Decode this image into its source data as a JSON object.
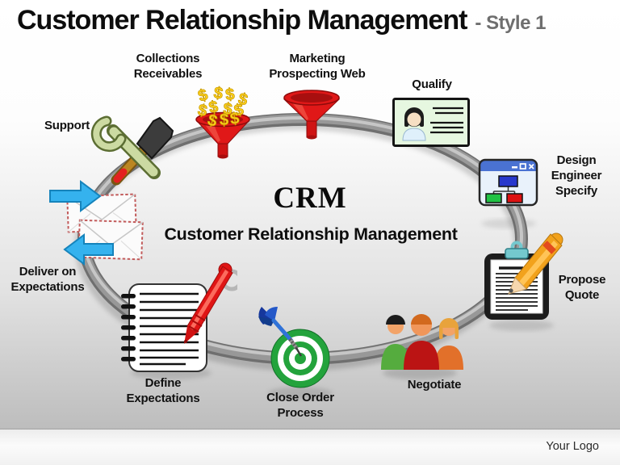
{
  "slide": {
    "title": "Customer Relationship Management",
    "title_suffix": "- Style 1",
    "footer_logo": "Your Logo"
  },
  "center": {
    "acronym": "CRM",
    "label": "Customer Relationship Management"
  },
  "stages": {
    "support": {
      "label": "Support",
      "icon": "tools-icon"
    },
    "collections": {
      "label": "Collections\nReceivables",
      "icon": "funnel-money-icon"
    },
    "marketing": {
      "label": "Marketing\nProspecting Web",
      "icon": "funnel-icon"
    },
    "qualify": {
      "label": "Qualify",
      "icon": "id-card-icon"
    },
    "design": {
      "label": "Design\nEngineer\nSpecify",
      "icon": "app-window-flowchart-icon"
    },
    "propose": {
      "label": "Propose\nQuote",
      "icon": "clipboard-pencil-icon"
    },
    "negotiate": {
      "label": "Negotiate",
      "icon": "people-group-icon"
    },
    "close": {
      "label": "Close Order\nProcess",
      "icon": "target-dart-icon"
    },
    "define": {
      "label": "Define\nExpectations",
      "icon": "notepad-pen-icon"
    },
    "deliver": {
      "label": "Deliver on\nExpectations",
      "icon": "envelopes-arrows-icon"
    }
  },
  "colors": {
    "funnel_red": "#e01818",
    "money_yellow": "#ffd21e",
    "arrow_blue": "#35b2ee",
    "target_green": "#23a33c",
    "window_blue": "#4a72d2",
    "people_green": "#55ac3e",
    "people_red": "#bb1414",
    "people_orange": "#e2702a",
    "ring_gray": "#989898",
    "title_suffix_gray": "#6e6e6e",
    "label_black": "#111111"
  }
}
